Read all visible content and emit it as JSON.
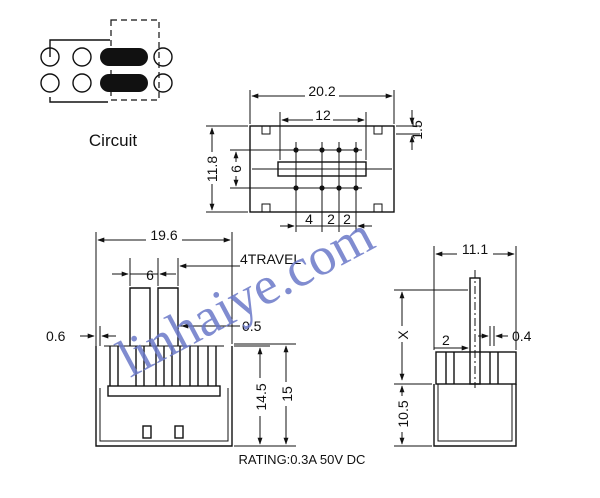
{
  "circuit": {
    "label": "Circuit"
  },
  "top_view": {
    "overall_width": "20.2",
    "pin_span": "12",
    "offset": "1.5",
    "height": "11.8",
    "inner_height": "6",
    "pitch_a": "4",
    "pitch_b": "2",
    "pitch_c": "2"
  },
  "front_view": {
    "width": "19.6",
    "actuator_width": "6",
    "travel": "4TRAVEL",
    "pin_width": "0.6",
    "actuator_gap": "0.5",
    "body_height": "14.5",
    "total_height": "15"
  },
  "side_view": {
    "width": "11.1",
    "actuator_len": "X",
    "actuator_width": "2",
    "pin_thickness": "0.4",
    "body_height": "10.5"
  },
  "watermark": "linhaiye.com",
  "rating": "RATING:0.3A 50V DC"
}
